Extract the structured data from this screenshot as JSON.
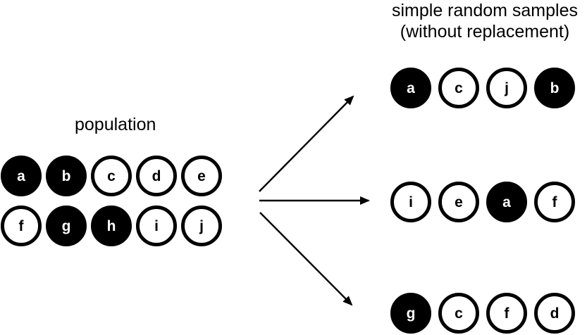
{
  "title": {
    "line1": "simple random samples",
    "line2": "(without replacement)"
  },
  "population": {
    "label": "population",
    "rows": [
      [
        {
          "letter": "a",
          "filled": true
        },
        {
          "letter": "b",
          "filled": true
        },
        {
          "letter": "c",
          "filled": false
        },
        {
          "letter": "d",
          "filled": false
        },
        {
          "letter": "e",
          "filled": false
        }
      ],
      [
        {
          "letter": "f",
          "filled": false
        },
        {
          "letter": "g",
          "filled": true
        },
        {
          "letter": "h",
          "filled": true
        },
        {
          "letter": "i",
          "filled": false
        },
        {
          "letter": "j",
          "filled": false
        }
      ]
    ]
  },
  "samples": [
    {
      "name": "sample-1",
      "items": [
        {
          "letter": "a",
          "filled": true
        },
        {
          "letter": "c",
          "filled": false
        },
        {
          "letter": "j",
          "filled": false
        },
        {
          "letter": "b",
          "filled": true
        }
      ]
    },
    {
      "name": "sample-2",
      "items": [
        {
          "letter": "i",
          "filled": false
        },
        {
          "letter": "e",
          "filled": false
        },
        {
          "letter": "a",
          "filled": true
        },
        {
          "letter": "f",
          "filled": false
        }
      ]
    },
    {
      "name": "sample-3",
      "items": [
        {
          "letter": "g",
          "filled": true
        },
        {
          "letter": "c",
          "filled": false
        },
        {
          "letter": "f",
          "filled": false
        },
        {
          "letter": "d",
          "filled": false
        }
      ]
    }
  ],
  "arrows": [
    {
      "from": "population",
      "to": "sample-1"
    },
    {
      "from": "population",
      "to": "sample-2"
    },
    {
      "from": "population",
      "to": "sample-3"
    }
  ],
  "colors": {
    "ink": "#000000",
    "paper": "#ffffff"
  }
}
